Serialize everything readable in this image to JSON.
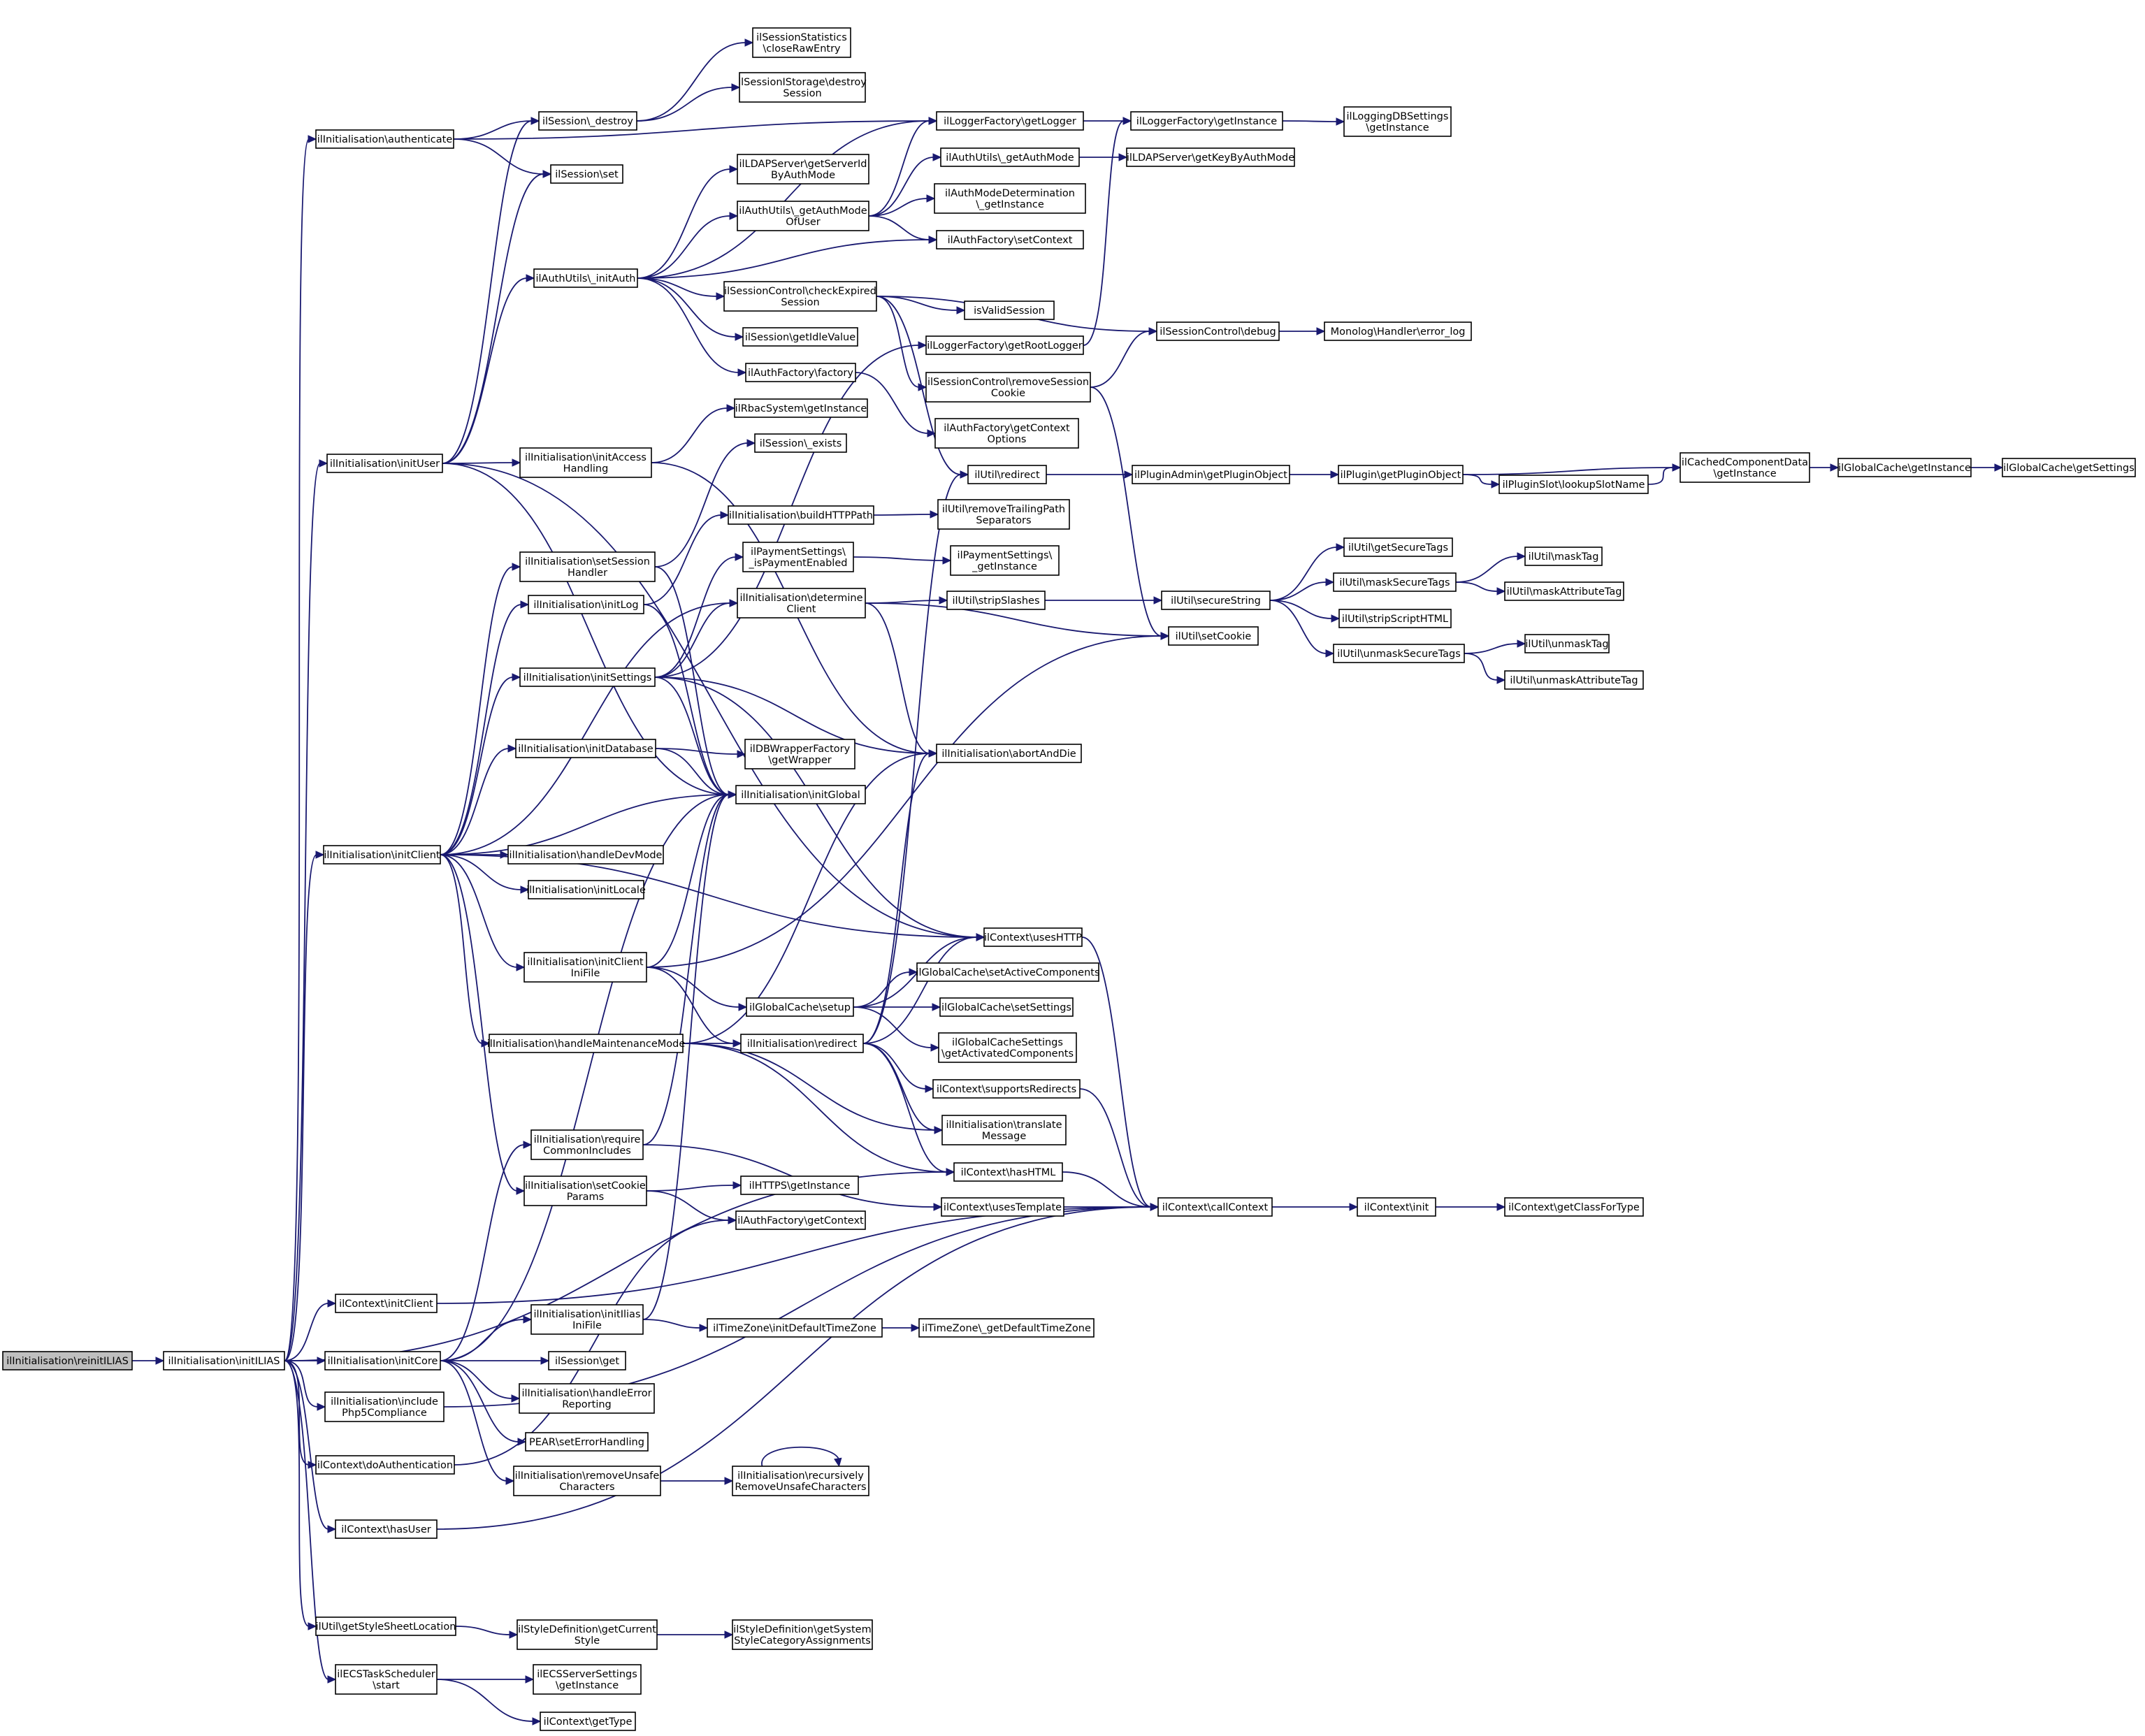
{
  "colors": {
    "edge": "#191970",
    "node_border": "#000000",
    "node_fill": "#ffffff",
    "start_fill": "#bfbfbf"
  },
  "nodes": [
    {
      "id": "reinit",
      "lines": [
        "ilInitialisation\\reinitILIAS"
      ]
    },
    {
      "id": "initILIAS",
      "lines": [
        "ilInitialisation\\initILIAS"
      ]
    },
    {
      "id": "authenticate",
      "lines": [
        "ilInitialisation\\authenticate"
      ]
    },
    {
      "id": "initUser",
      "lines": [
        "ilInitialisation\\initUser"
      ]
    },
    {
      "id": "initClient",
      "lines": [
        "ilInitialisation\\initClient"
      ]
    },
    {
      "id": "ctxInitClient",
      "lines": [
        "ilContext\\initClient"
      ]
    },
    {
      "id": "initCore",
      "lines": [
        "ilInitialisation\\initCore"
      ]
    },
    {
      "id": "includeCompl",
      "lines": [
        "ilInitialisation\\include",
        "Php5Compliance"
      ]
    },
    {
      "id": "doAuth",
      "lines": [
        "ilContext\\doAuthentication"
      ]
    },
    {
      "id": "hasUser",
      "lines": [
        "ilContext\\hasUser"
      ]
    },
    {
      "id": "styleSheet",
      "lines": [
        "ilUtil\\getStyleSheetLocation"
      ]
    },
    {
      "id": "ecsStart",
      "lines": [
        "ilECSTaskScheduler",
        "\\start"
      ]
    },
    {
      "id": "destroy",
      "lines": [
        "ilSession\\_destroy"
      ]
    },
    {
      "id": "sessSet",
      "lines": [
        "ilSession\\set"
      ]
    },
    {
      "id": "initAuth",
      "lines": [
        "ilAuthUtils\\_initAuth"
      ]
    },
    {
      "id": "initAccess",
      "lines": [
        "ilInitialisation\\initAccess",
        "Handling"
      ]
    },
    {
      "id": "setSessHandler",
      "lines": [
        "ilInitialisation\\setSession",
        "Handler"
      ]
    },
    {
      "id": "initLog",
      "lines": [
        "ilInitialisation\\initLog"
      ]
    },
    {
      "id": "initSettings",
      "lines": [
        "ilInitialisation\\initSettings"
      ]
    },
    {
      "id": "initDatabase",
      "lines": [
        "ilInitialisation\\initDatabase"
      ]
    },
    {
      "id": "handleDevMode",
      "lines": [
        "ilInitialisation\\handleDevMode"
      ]
    },
    {
      "id": "initLocale",
      "lines": [
        "ilInitialisation\\initLocale"
      ]
    },
    {
      "id": "initClientIni",
      "lines": [
        "ilInitialisation\\initClient",
        "IniFile"
      ]
    },
    {
      "id": "handleMaint",
      "lines": [
        "ilInitialisation\\handleMaintenanceMode"
      ]
    },
    {
      "id": "requireCommon",
      "lines": [
        "ilInitialisation\\require",
        "CommonIncludes"
      ]
    },
    {
      "id": "setCookieParams",
      "lines": [
        "ilInitialisation\\setCookie",
        "Params"
      ]
    },
    {
      "id": "initIliasIni",
      "lines": [
        "ilInitialisation\\initIlias",
        "IniFile"
      ]
    },
    {
      "id": "sessGet",
      "lines": [
        "ilSession\\get"
      ]
    },
    {
      "id": "handleErr",
      "lines": [
        "ilInitialisation\\handleError",
        "Reporting"
      ]
    },
    {
      "id": "pearErr",
      "lines": [
        "PEAR\\setErrorHandling"
      ]
    },
    {
      "id": "removeUnsafe",
      "lines": [
        "ilInitialisation\\removeUnsafe",
        "Characters"
      ]
    },
    {
      "id": "ecsSettings",
      "lines": [
        "ilECSServerSettings",
        "\\getInstance"
      ]
    },
    {
      "id": "getType",
      "lines": [
        "ilContext\\getType"
      ]
    },
    {
      "id": "styleDefCurrent",
      "lines": [
        "ilStyleDefinition\\getCurrent",
        "Style"
      ]
    },
    {
      "id": "sessStats",
      "lines": [
        "ilSessionStatistics",
        "\\closeRawEntry"
      ]
    },
    {
      "id": "sessStorage",
      "lines": [
        "ilSessionIStorage\\destroy",
        "Session"
      ]
    },
    {
      "id": "ldapServerId",
      "lines": [
        "ilLDAPServer\\getServerId",
        "ByAuthMode"
      ]
    },
    {
      "id": "getAuthModeUser",
      "lines": [
        "ilAuthUtils\\_getAuthMode",
        "OfUser"
      ]
    },
    {
      "id": "checkExpired",
      "lines": [
        "ilSessionControl\\checkExpired",
        "Session"
      ]
    },
    {
      "id": "sessIdle",
      "lines": [
        "ilSession\\getIdleValue"
      ]
    },
    {
      "id": "authFactory",
      "lines": [
        "ilAuthFactory\\factory"
      ]
    },
    {
      "id": "rbac",
      "lines": [
        "ilRbacSystem\\getInstance"
      ]
    },
    {
      "id": "sessExists",
      "lines": [
        "ilSession\\_exists"
      ]
    },
    {
      "id": "buildHTTP",
      "lines": [
        "ilInitialisation\\buildHTTPPath"
      ]
    },
    {
      "id": "paymentEnabled",
      "lines": [
        "ilPaymentSettings\\",
        "_isPaymentEnabled"
      ]
    },
    {
      "id": "determineClient",
      "lines": [
        "ilInitialisation\\determine",
        "Client"
      ]
    },
    {
      "id": "dbWrapper",
      "lines": [
        "ilDBWrapperFactory",
        "\\getWrapper"
      ]
    },
    {
      "id": "initGlobal",
      "lines": [
        "ilInitialisation\\initGlobal"
      ]
    },
    {
      "id": "gcSetup",
      "lines": [
        "ilGlobalCache\\setup"
      ]
    },
    {
      "id": "initRedirect",
      "lines": [
        "ilInitialisation\\redirect"
      ]
    },
    {
      "id": "httpsInst",
      "lines": [
        "ilHTTPS\\getInstance"
      ]
    },
    {
      "id": "authGetCtx",
      "lines": [
        "ilAuthFactory\\getContext"
      ]
    },
    {
      "id": "tzInit",
      "lines": [
        "ilTimeZone\\initDefaultTimeZone"
      ]
    },
    {
      "id": "recRemove",
      "lines": [
        "ilInitialisation\\recursively",
        "RemoveUnsafeCharacters"
      ]
    },
    {
      "id": "styleDefSys",
      "lines": [
        "ilStyleDefinition\\getSystem",
        "StyleCategoryAssignments"
      ]
    },
    {
      "id": "getLogger",
      "lines": [
        "ilLoggerFactory\\getLogger"
      ]
    },
    {
      "id": "getAuthMode",
      "lines": [
        "ilAuthUtils\\_getAuthMode"
      ]
    },
    {
      "id": "authModeDet",
      "lines": [
        "ilAuthModeDetermination",
        "\\_getInstance"
      ]
    },
    {
      "id": "authSetCtx",
      "lines": [
        "ilAuthFactory\\setContext"
      ]
    },
    {
      "id": "isValidSess",
      "lines": [
        "isValidSession"
      ]
    },
    {
      "id": "rootLogger",
      "lines": [
        "ilLoggerFactory\\getRootLogger"
      ]
    },
    {
      "id": "removeCookie",
      "lines": [
        "ilSessionControl\\removeSession",
        "Cookie"
      ]
    },
    {
      "id": "authCtxOpts",
      "lines": [
        "ilAuthFactory\\getContext",
        "Options"
      ]
    },
    {
      "id": "utilRedirect",
      "lines": [
        "ilUtil\\redirect"
      ]
    },
    {
      "id": "removeTrailing",
      "lines": [
        "ilUtil\\removeTrailingPath",
        "Separators"
      ]
    },
    {
      "id": "paymentInst",
      "lines": [
        "ilPaymentSettings\\",
        "_getInstance"
      ]
    },
    {
      "id": "stripSlashes",
      "lines": [
        "ilUtil\\stripSlashes"
      ]
    },
    {
      "id": "abortAndDie",
      "lines": [
        "ilInitialisation\\abortAndDie"
      ]
    },
    {
      "id": "usesHTTP",
      "lines": [
        "ilContext\\usesHTTP"
      ]
    },
    {
      "id": "gcActive",
      "lines": [
        "ilGlobalCache\\setActiveComponents"
      ]
    },
    {
      "id": "gcSettings",
      "lines": [
        "ilGlobalCache\\setSettings"
      ]
    },
    {
      "id": "gcsActivated",
      "lines": [
        "ilGlobalCacheSettings",
        "\\getActivatedComponents"
      ]
    },
    {
      "id": "supportsRedir",
      "lines": [
        "ilContext\\supportsRedirects"
      ]
    },
    {
      "id": "translateMsg",
      "lines": [
        "ilInitialisation\\translate",
        "Message"
      ]
    },
    {
      "id": "hasHTML",
      "lines": [
        "ilContext\\hasHTML"
      ]
    },
    {
      "id": "usesTemplate",
      "lines": [
        "ilContext\\usesTemplate"
      ]
    },
    {
      "id": "tzDefault",
      "lines": [
        "ilTimeZone\\_getDefaultTimeZone"
      ]
    },
    {
      "id": "lfGetInstance",
      "lines": [
        "ilLoggerFactory\\getInstance"
      ]
    },
    {
      "id": "ldapKey",
      "lines": [
        "ilLDAPServer\\getKeyByAuthMode"
      ]
    },
    {
      "id": "sessDebug",
      "lines": [
        "ilSessionControl\\debug"
      ]
    },
    {
      "id": "pluginAdmin",
      "lines": [
        "ilPluginAdmin\\getPluginObject"
      ]
    },
    {
      "id": "secureString",
      "lines": [
        "ilUtil\\secureString"
      ]
    },
    {
      "id": "setCookie",
      "lines": [
        "ilUtil\\setCookie"
      ]
    },
    {
      "id": "callContext",
      "lines": [
        "ilContext\\callContext"
      ]
    },
    {
      "id": "loggingDB",
      "lines": [
        "ilLoggingDBSettings",
        "\\getInstance"
      ]
    },
    {
      "id": "monolog",
      "lines": [
        "Monolog\\Handler\\error_log"
      ]
    },
    {
      "id": "pluginGetObj",
      "lines": [
        "ilPlugin\\getPluginObject"
      ]
    },
    {
      "id": "lookupSlot",
      "lines": [
        "ilPluginSlot\\lookupSlotName"
      ]
    },
    {
      "id": "getSecureTags",
      "lines": [
        "ilUtil\\getSecureTags"
      ]
    },
    {
      "id": "maskSecure",
      "lines": [
        "ilUtil\\maskSecureTags"
      ]
    },
    {
      "id": "stripScript",
      "lines": [
        "ilUtil\\stripScriptHTML"
      ]
    },
    {
      "id": "unmaskSecure",
      "lines": [
        "ilUtil\\unmaskSecureTags"
      ]
    },
    {
      "id": "ctxInit",
      "lines": [
        "ilContext\\init"
      ]
    },
    {
      "id": "cachedComp",
      "lines": [
        "ilCachedComponentData",
        "\\getInstance"
      ]
    },
    {
      "id": "maskTag",
      "lines": [
        "ilUtil\\maskTag"
      ]
    },
    {
      "id": "maskAttr",
      "lines": [
        "ilUtil\\maskAttributeTag"
      ]
    },
    {
      "id": "unmaskTag",
      "lines": [
        "ilUtil\\unmaskTag"
      ]
    },
    {
      "id": "unmaskAttr",
      "lines": [
        "ilUtil\\unmaskAttributeTag"
      ]
    },
    {
      "id": "classForType",
      "lines": [
        "ilContext\\getClassForType"
      ]
    },
    {
      "id": "gcGetInstance",
      "lines": [
        "ilGlobalCache\\getInstance"
      ]
    },
    {
      "id": "gcGetSettings",
      "lines": [
        "ilGlobalCache\\getSettings"
      ]
    }
  ],
  "edges": [
    [
      "reinit",
      "initILIAS"
    ],
    [
      "initILIAS",
      "authenticate"
    ],
    [
      "initILIAS",
      "initUser"
    ],
    [
      "initILIAS",
      "initClient"
    ],
    [
      "initILIAS",
      "ctxInitClient"
    ],
    [
      "initILIAS",
      "initCore"
    ],
    [
      "initILIAS",
      "includeCompl"
    ],
    [
      "initILIAS",
      "doAuth"
    ],
    [
      "initILIAS",
      "hasUser"
    ],
    [
      "initILIAS",
      "styleSheet"
    ],
    [
      "initILIAS",
      "ecsStart"
    ],
    [
      "initILIAS",
      "hasHTML"
    ],
    [
      "authenticate",
      "destroy"
    ],
    [
      "authenticate",
      "sessSet"
    ],
    [
      "authenticate",
      "getLogger"
    ],
    [
      "initUser",
      "destroy"
    ],
    [
      "initUser",
      "sessSet"
    ],
    [
      "initUser",
      "initAuth"
    ],
    [
      "initUser",
      "initAccess"
    ],
    [
      "initUser",
      "initGlobal"
    ],
    [
      "initUser",
      "usesHTTP"
    ],
    [
      "initClient",
      "setSessHandler"
    ],
    [
      "initClient",
      "initLog"
    ],
    [
      "initClient",
      "initSettings"
    ],
    [
      "initClient",
      "initDatabase"
    ],
    [
      "initClient",
      "initGlobal"
    ],
    [
      "initClient",
      "handleDevMode"
    ],
    [
      "initClient",
      "initLocale"
    ],
    [
      "initClient",
      "initClientIni"
    ],
    [
      "initClient",
      "handleMaint"
    ],
    [
      "initClient",
      "setCookieParams"
    ],
    [
      "initClient",
      "determineClient"
    ],
    [
      "initClient",
      "usesHTTP"
    ],
    [
      "ctxInitClient",
      "callContext"
    ],
    [
      "initCore",
      "initIliasIni"
    ],
    [
      "initCore",
      "sessGet"
    ],
    [
      "initCore",
      "handleErr"
    ],
    [
      "initCore",
      "pearErr"
    ],
    [
      "initCore",
      "removeUnsafe"
    ],
    [
      "initCore",
      "requireCommon"
    ],
    [
      "initCore",
      "initGlobal"
    ],
    [
      "includeCompl",
      "callContext"
    ],
    [
      "doAuth",
      "authGetCtx"
    ],
    [
      "hasUser",
      "callContext"
    ],
    [
      "styleSheet",
      "styleDefCurrent"
    ],
    [
      "ecsStart",
      "ecsSettings"
    ],
    [
      "ecsStart",
      "getType"
    ],
    [
      "destroy",
      "sessStats"
    ],
    [
      "destroy",
      "sessStorage"
    ],
    [
      "initAuth",
      "ldapServerId"
    ],
    [
      "initAuth",
      "getAuthModeUser"
    ],
    [
      "initAuth",
      "checkExpired"
    ],
    [
      "initAuth",
      "sessIdle"
    ],
    [
      "initAuth",
      "authFactory"
    ],
    [
      "initAuth",
      "getLogger"
    ],
    [
      "initAuth",
      "authSetCtx"
    ],
    [
      "initAccess",
      "rbac"
    ],
    [
      "initAccess",
      "abortAndDie"
    ],
    [
      "setSessHandler",
      "sessExists"
    ],
    [
      "setSessHandler",
      "initGlobal"
    ],
    [
      "initLog",
      "buildHTTP"
    ],
    [
      "initLog",
      "initGlobal"
    ],
    [
      "initSettings",
      "paymentEnabled"
    ],
    [
      "initSettings",
      "determineClient"
    ],
    [
      "initSettings",
      "initGlobal"
    ],
    [
      "initSettings",
      "abortAndDie"
    ],
    [
      "initSettings",
      "usesHTTP"
    ],
    [
      "initSettings",
      "rootLogger"
    ],
    [
      "initDatabase",
      "dbWrapper"
    ],
    [
      "initDatabase",
      "initGlobal"
    ],
    [
      "initClientIni",
      "initGlobal"
    ],
    [
      "initClientIni",
      "gcSetup"
    ],
    [
      "initClientIni",
      "initRedirect"
    ],
    [
      "initClientIni",
      "setCookie"
    ],
    [
      "handleMaint",
      "initRedirect"
    ],
    [
      "handleMaint",
      "abortAndDie"
    ],
    [
      "handleMaint",
      "translateMsg"
    ],
    [
      "handleMaint",
      "hasHTML"
    ],
    [
      "requireCommon",
      "initGlobal"
    ],
    [
      "requireCommon",
      "usesTemplate"
    ],
    [
      "setCookieParams",
      "httpsInst"
    ],
    [
      "setCookieParams",
      "authGetCtx"
    ],
    [
      "initIliasIni",
      "tzInit"
    ],
    [
      "initIliasIni",
      "initGlobal"
    ],
    [
      "removeUnsafe",
      "recRemove"
    ],
    [
      "recRemove",
      "recRemove"
    ],
    [
      "styleDefCurrent",
      "styleDefSys"
    ],
    [
      "getAuthModeUser",
      "getLogger"
    ],
    [
      "getAuthModeUser",
      "getAuthMode"
    ],
    [
      "getAuthModeUser",
      "authModeDet"
    ],
    [
      "getAuthModeUser",
      "authSetCtx"
    ],
    [
      "checkExpired",
      "isValidSess"
    ],
    [
      "checkExpired",
      "sessDebug"
    ],
    [
      "checkExpired",
      "removeCookie"
    ],
    [
      "checkExpired",
      "utilRedirect"
    ],
    [
      "authFactory",
      "authCtxOpts"
    ],
    [
      "buildHTTP",
      "removeTrailing"
    ],
    [
      "paymentEnabled",
      "paymentInst"
    ],
    [
      "determineClient",
      "stripSlashes"
    ],
    [
      "determineClient",
      "setCookie"
    ],
    [
      "determineClient",
      "abortAndDie"
    ],
    [
      "gcSetup",
      "usesHTTP"
    ],
    [
      "gcSetup",
      "gcActive"
    ],
    [
      "gcSetup",
      "gcSettings"
    ],
    [
      "gcSetup",
      "gcsActivated"
    ],
    [
      "initRedirect",
      "utilRedirect"
    ],
    [
      "initRedirect",
      "abortAndDie"
    ],
    [
      "initRedirect",
      "usesHTTP"
    ],
    [
      "initRedirect",
      "supportsRedir"
    ],
    [
      "initRedirect",
      "translateMsg"
    ],
    [
      "initRedirect",
      "hasHTML"
    ],
    [
      "tzInit",
      "tzDefault"
    ],
    [
      "getLogger",
      "lfGetInstance"
    ],
    [
      "getAuthMode",
      "ldapKey"
    ],
    [
      "rootLogger",
      "lfGetInstance"
    ],
    [
      "removeCookie",
      "sessDebug"
    ],
    [
      "removeCookie",
      "setCookie"
    ],
    [
      "utilRedirect",
      "pluginAdmin"
    ],
    [
      "stripSlashes",
      "secureString"
    ],
    [
      "usesHTTP",
      "callContext"
    ],
    [
      "supportsRedir",
      "callContext"
    ],
    [
      "hasHTML",
      "callContext"
    ],
    [
      "usesTemplate",
      "callContext"
    ],
    [
      "lfGetInstance",
      "loggingDB"
    ],
    [
      "sessDebug",
      "monolog"
    ],
    [
      "pluginAdmin",
      "pluginGetObj"
    ],
    [
      "pluginGetObj",
      "lookupSlot"
    ],
    [
      "pluginGetObj",
      "cachedComp"
    ],
    [
      "lookupSlot",
      "cachedComp"
    ],
    [
      "cachedComp",
      "gcGetInstance"
    ],
    [
      "gcGetInstance",
      "gcGetSettings"
    ],
    [
      "secureString",
      "getSecureTags"
    ],
    [
      "secureString",
      "maskSecure"
    ],
    [
      "secureString",
      "stripScript"
    ],
    [
      "secureString",
      "unmaskSecure"
    ],
    [
      "maskSecure",
      "maskTag"
    ],
    [
      "maskSecure",
      "maskAttr"
    ],
    [
      "unmaskSecure",
      "unmaskTag"
    ],
    [
      "unmaskSecure",
      "unmaskAttr"
    ],
    [
      "callContext",
      "ctxInit"
    ],
    [
      "ctxInit",
      "classForType"
    ]
  ]
}
